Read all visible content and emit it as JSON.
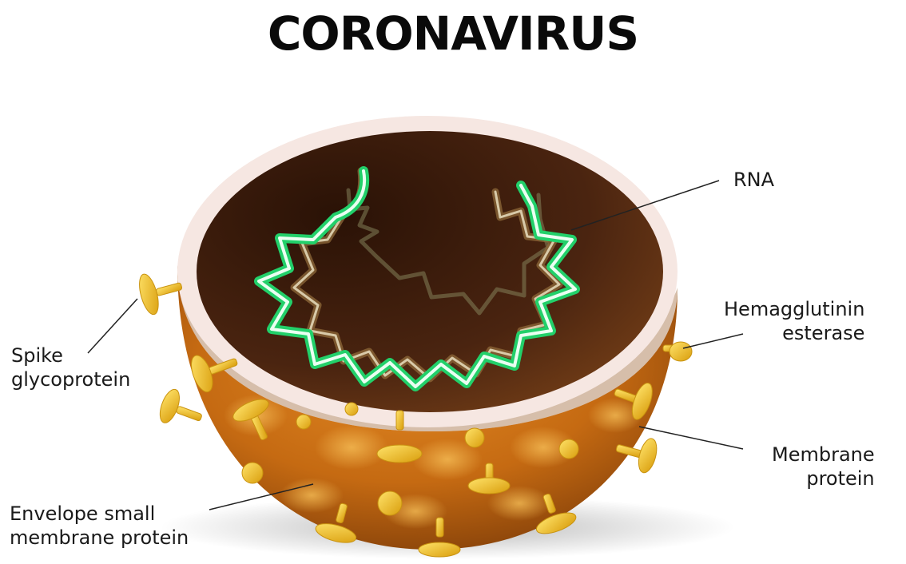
{
  "title": "CORONAVIRUS",
  "labels": {
    "rna": "RNA",
    "hemagglutinin_line1": "Hemagglutinin",
    "hemagglutinin_line2": "esterase",
    "spike_line1": "Spike",
    "spike_line2": "glycoprotein",
    "membrane_line1": "Membrane",
    "membrane_line2": "protein",
    "envelope_line1": "Envelope small",
    "envelope_line2": "membrane protein"
  },
  "colors": {
    "shell": "#c56a12",
    "shell_dark": "#7a3a08",
    "rim": "#f6e7e2",
    "interior": "#3a1c0b",
    "rna_green": "#22d06a",
    "protein_yellow": "#f2c41a"
  }
}
